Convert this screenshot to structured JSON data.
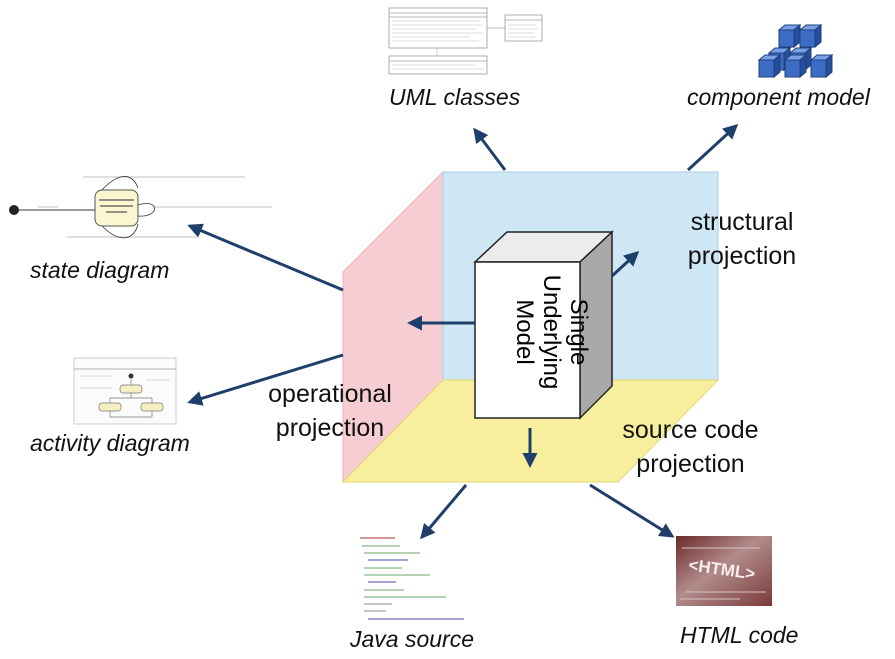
{
  "center": {
    "lines": [
      "Single",
      "Underlying",
      "Model"
    ]
  },
  "projections": {
    "structural": [
      "structural",
      "projection"
    ],
    "operational": [
      "operational",
      "projection"
    ],
    "source_code": [
      "source code",
      "projection"
    ]
  },
  "views": {
    "uml_classes": "UML classes",
    "component_model": "component model",
    "state_diagram": "state diagram",
    "activity_diagram": "activity diagram",
    "java_source": "Java source",
    "html_code": "HTML code"
  },
  "html_thumbnail_text": "<HTML>",
  "colors": {
    "structural_plane": "#cfe6f4",
    "operational_plane": "#f6cdd3",
    "source_plane": "#f7ef9e",
    "arrow": "#1f3f6b",
    "component_blocks": "#3d6cc4"
  }
}
